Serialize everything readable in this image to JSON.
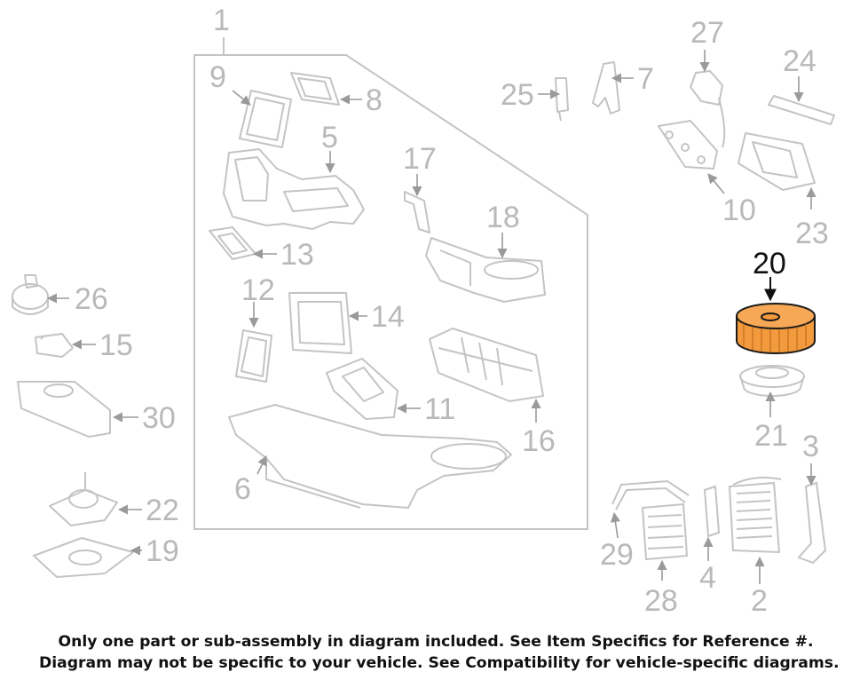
{
  "colors": {
    "line": "#c4c4c4",
    "line_dark": "#9a9a9a",
    "label": "#b9b9b9",
    "highlight_fill": "#f29a3d",
    "highlight_stroke": "#1a1a1a",
    "notice_bg": "#f29a3d",
    "notice_text": "#111111"
  },
  "highlighted_part": "20",
  "callouts": {
    "c1": "1",
    "c2": "2",
    "c3": "3",
    "c4": "4",
    "c5": "5",
    "c6": "6",
    "c7": "7",
    "c8": "8",
    "c9": "9",
    "c10": "10",
    "c11": "11",
    "c12": "12",
    "c13": "13",
    "c14": "14",
    "c15": "15",
    "c16": "16",
    "c17": "17",
    "c18": "18",
    "c19": "19",
    "c20": "20",
    "c21": "21",
    "c22": "22",
    "c23": "23",
    "c24": "24",
    "c25": "25",
    "c26": "26",
    "c27": "27",
    "c28": "28",
    "c29": "29",
    "c30": "30"
  },
  "notice": {
    "line1": "Only one part or sub-assembly in diagram included. See Item Specifics for Reference #.",
    "line2": "Diagram may not be specific to your vehicle. See Compatibility for vehicle-specific diagrams."
  }
}
